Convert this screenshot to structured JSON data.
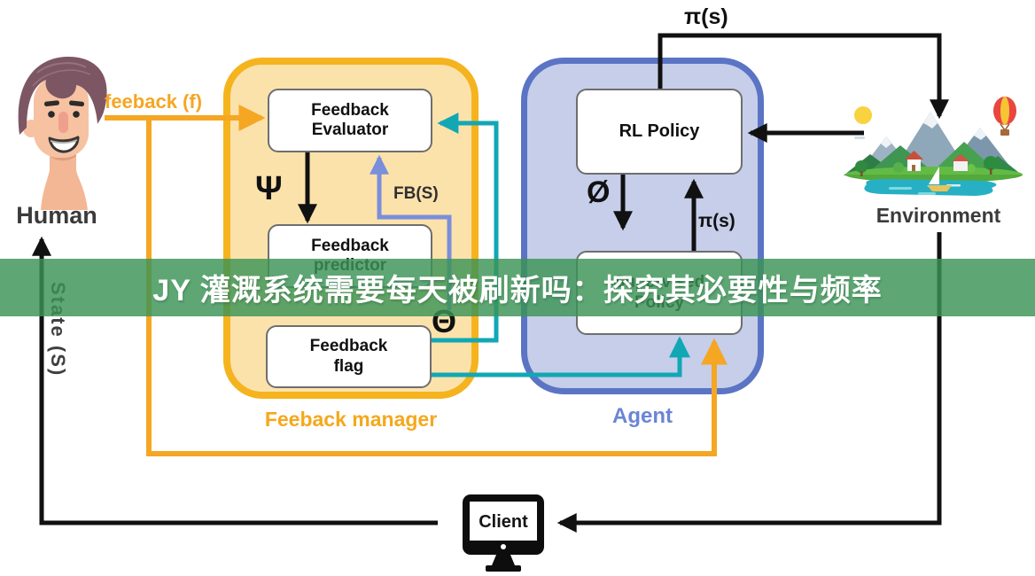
{
  "banner": {
    "text": "JY 灌溉系统需要每天被刷新吗：探究其必要性与频率",
    "background": "#3a9456"
  },
  "actors": {
    "human": {
      "label": "Human"
    },
    "environment": {
      "label": "Environment"
    },
    "client": {
      "label": "Client"
    }
  },
  "feedback_manager": {
    "label": "Feeback manager",
    "evaluator": "Feedback\nEvaluator",
    "predictor": "Feedback\npredictor",
    "flag": "Feedback\nflag"
  },
  "agent": {
    "label": "Agent",
    "rl_policy": "RL Policy",
    "supervised_policy": "Supervised\nPolicy"
  },
  "edge_labels": {
    "feedback_f": "feeback (f)",
    "pi_s_top": "π(s)",
    "pi_s_inner": "π(s)",
    "psi": "Ψ",
    "phi": "Ø",
    "theta": "Θ",
    "fb_s": "FB(S)",
    "state_s": "State (S)"
  },
  "icons": {
    "human": "human-illustration",
    "environment": "landscape-illustration",
    "client": "monitor-icon"
  },
  "colors": {
    "orange_accent": "#f5a623",
    "yellow_box_fill": "#fbe2ab",
    "yellow_box_border": "#f5b31d",
    "blue_box_fill": "#c6cee9",
    "blue_box_border": "#5b74c4",
    "teal_accent": "#12a7b4",
    "purple_accent": "#7b8edb",
    "banner_green": "#3a9456",
    "agent_label_blue": "#6b85d6"
  }
}
